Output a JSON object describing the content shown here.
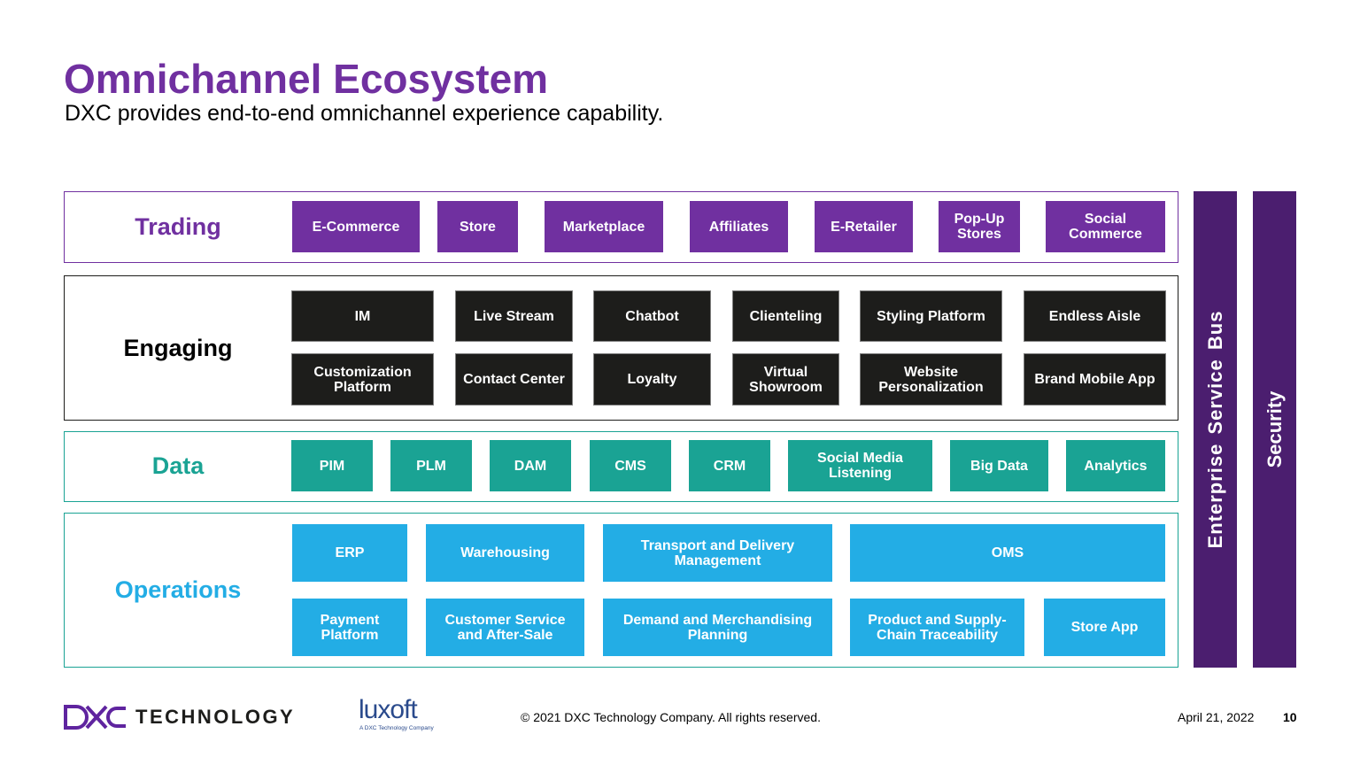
{
  "title": "Omnichannel Ecosystem",
  "subtitle": "DXC provides end-to-end omnichannel experience capability.",
  "colors": {
    "trading": "#7030a0",
    "engaging": "#1d1d1b",
    "data": "#1aa394",
    "operations": "#23ade5",
    "bars": "#4b1e6f"
  },
  "layers": {
    "trading": {
      "label": "Trading",
      "items": [
        "E-Commerce",
        "Store",
        "Marketplace",
        "Affiliates",
        "E-Retailer",
        "Pop-Up Stores",
        "Social Commerce"
      ]
    },
    "engaging": {
      "label": "Engaging",
      "row1": [
        "IM",
        "Live Stream",
        "Chatbot",
        "Clienteling",
        "Styling Platform",
        "Endless Aisle"
      ],
      "row2": [
        "Customization Platform",
        "Contact Center",
        "Loyalty",
        "Virtual Showroom",
        "Website Personalization",
        "Brand Mobile App"
      ]
    },
    "data": {
      "label": "Data",
      "items": [
        "PIM",
        "PLM",
        "DAM",
        "CMS",
        "CRM",
        "Social Media Listening",
        "Big Data",
        "Analytics"
      ]
    },
    "operations": {
      "label": "Operations",
      "row1": [
        "ERP",
        "Warehousing",
        "Transport and Delivery Management",
        "OMS"
      ],
      "row2": [
        "Payment Platform",
        "Customer Service and After-Sale",
        "Demand and Merchandising Planning",
        "Product and Supply-Chain Traceability",
        "Store App"
      ]
    }
  },
  "side_bars": {
    "esb": "Enterprise Service Bus",
    "security": "Security"
  },
  "footer": {
    "brand_name": "TECHNOLOGY",
    "partner_name": "luxoft",
    "partner_tagline": "A DXC Technology Company",
    "copyright": "© 2021 DXC Technology Company. All rights reserved.",
    "date": "April 21, 2022",
    "page": "10"
  }
}
